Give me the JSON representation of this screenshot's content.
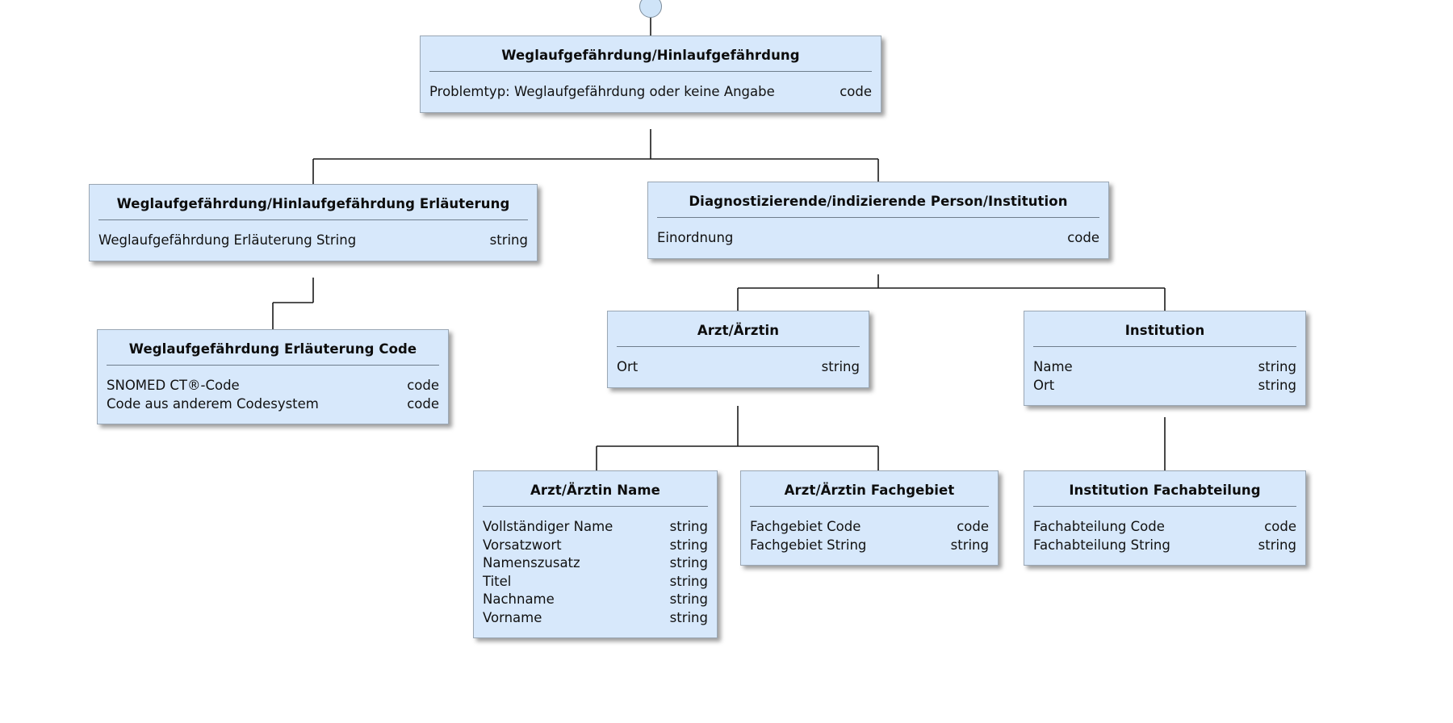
{
  "diagram": {
    "type": "uml-class-diagram",
    "language": "de",
    "root_node_name": "root-connector-node",
    "colors": {
      "box_fill": "#d7e8fb",
      "box_border": "#9aa7b4",
      "divider": "#6e7d8c",
      "edge": "#1a1a1a",
      "text": "#111111",
      "background": "#ffffff"
    },
    "boxes": [
      {
        "id": "weglauf",
        "title": "Weglaufgefährdung/Hinlaufgefährdung",
        "attributes": [
          {
            "name": "Problemtyp: Weglaufgefährdung oder keine Angabe",
            "type": "code"
          }
        ]
      },
      {
        "id": "erlaeuterung",
        "title": "Weglaufgefährdung/Hinlaufgefährdung Erläuterung",
        "attributes": [
          {
            "name": "Weglaufgefährdung Erläuterung String",
            "type": "string"
          }
        ]
      },
      {
        "id": "erl_code",
        "title": "Weglaufgefährdung Erläuterung Code",
        "attributes": [
          {
            "name": "SNOMED CT®-Code",
            "type": "code"
          },
          {
            "name": "Code aus anderem Codesystem",
            "type": "code"
          }
        ]
      },
      {
        "id": "diagnost",
        "title": "Diagnostizierende/indizierende Person/Institution",
        "attributes": [
          {
            "name": "Einordnung",
            "type": "code"
          }
        ]
      },
      {
        "id": "arzt",
        "title": "Arzt/Ärztin",
        "attributes": [
          {
            "name": "Ort",
            "type": "string"
          }
        ]
      },
      {
        "id": "institution",
        "title": "Institution",
        "attributes": [
          {
            "name": "Name",
            "type": "string"
          },
          {
            "name": "Ort",
            "type": "string"
          }
        ]
      },
      {
        "id": "arzt_name",
        "title": "Arzt/Ärztin Name",
        "attributes": [
          {
            "name": "Vollständiger Name",
            "type": "string"
          },
          {
            "name": "Vorsatzwort",
            "type": "string"
          },
          {
            "name": "Namenszusatz",
            "type": "string"
          },
          {
            "name": "Titel",
            "type": "string"
          },
          {
            "name": "Nachname",
            "type": "string"
          },
          {
            "name": "Vorname",
            "type": "string"
          }
        ]
      },
      {
        "id": "arzt_fach",
        "title": "Arzt/Ärztin Fachgebiet",
        "attributes": [
          {
            "name": "Fachgebiet Code",
            "type": "code"
          },
          {
            "name": "Fachgebiet String",
            "type": "string"
          }
        ]
      },
      {
        "id": "inst_fach",
        "title": "Institution Fachabteilung",
        "attributes": [
          {
            "name": "Fachabteilung Code",
            "type": "code"
          },
          {
            "name": "Fachabteilung String",
            "type": "string"
          }
        ]
      }
    ],
    "edges": [
      {
        "from": "root-connector-node",
        "to": "weglauf"
      },
      {
        "from": "weglauf",
        "to": "erlaeuterung"
      },
      {
        "from": "weglauf",
        "to": "diagnost"
      },
      {
        "from": "erlaeuterung",
        "to": "erl_code"
      },
      {
        "from": "diagnost",
        "to": "arzt"
      },
      {
        "from": "diagnost",
        "to": "institution"
      },
      {
        "from": "arzt",
        "to": "arzt_name"
      },
      {
        "from": "arzt",
        "to": "arzt_fach"
      },
      {
        "from": "institution",
        "to": "inst_fach"
      }
    ]
  }
}
